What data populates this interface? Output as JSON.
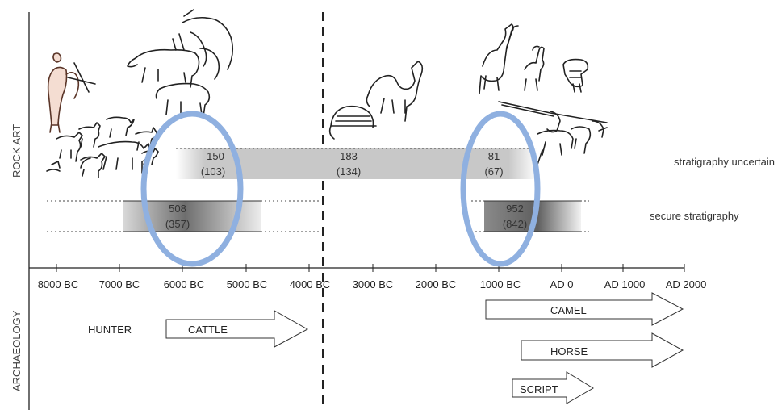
{
  "side_labels": {
    "top": "ROCK ART",
    "bottom": "ARCHAEOLOGY"
  },
  "timeline": {
    "ticks": [
      "8000 BC",
      "7000 BC",
      "6000 BC",
      "5000 BC",
      "4000 BC",
      "3000 BC",
      "2000 BC",
      "1000 BC",
      "AD 0",
      "AD 1000",
      "AD 2000"
    ]
  },
  "bands": {
    "uncertain": {
      "label": "stratigraphy uncertain",
      "segments": [
        {
          "count": "150",
          "paren": "(103)"
        },
        {
          "count": "183",
          "paren": "(134)"
        },
        {
          "count": "81",
          "paren": "(67)"
        }
      ]
    },
    "secure": {
      "label": "secure stratigraphy",
      "segments": [
        {
          "count": "508",
          "paren": "(357)"
        },
        {
          "count": "952",
          "paren": "(842)"
        }
      ]
    }
  },
  "archaeology": {
    "hunter": "HUNTER",
    "arrows": {
      "cattle": "CATTLE",
      "camel": "CAMEL",
      "horse": "HORSE",
      "script": "SCRIPT"
    }
  },
  "colors": {
    "highlight_ellipse": "#8fb0e0",
    "band_gray": "#b8b8b8",
    "band_dark": "#6f6f6f"
  },
  "icons": [
    "human-figure-icon",
    "cattle-icon",
    "dog-icon",
    "camel-icon",
    "horse-rider-icon",
    "chariot-icon",
    "giraffe-icon"
  ]
}
